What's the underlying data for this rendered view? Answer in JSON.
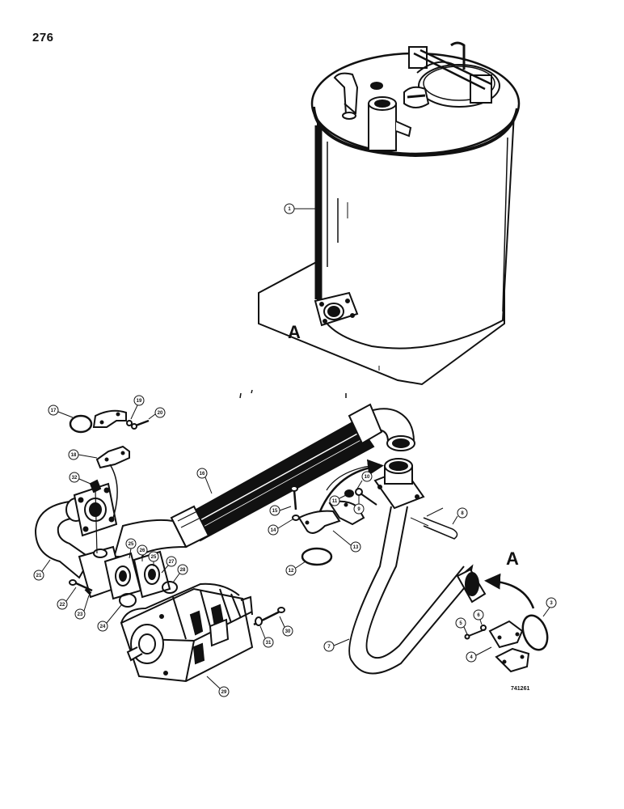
{
  "page": {
    "number": "276",
    "drawing_number": "741261"
  },
  "reference_letter": "A",
  "callouts": {
    "c1": "1",
    "c3": "3",
    "c4": "4",
    "c5": "5",
    "c6": "6",
    "c7": "7",
    "c8": "8",
    "c9": "9",
    "c10": "10",
    "c11": "11",
    "c12": "12",
    "c13": "13",
    "c14": "14",
    "c15": "15",
    "c16": "16",
    "c17": "17",
    "c18": "18",
    "c19": "19",
    "c20": "20",
    "c21": "21",
    "c22": "22",
    "c23": "23",
    "c24": "24",
    "c25": "25",
    "c26": "26",
    "c27": "27",
    "c28": "28",
    "c29": "29",
    "c30": "30",
    "c31": "31",
    "c32": "32"
  },
  "colors": {
    "ink": "#111111",
    "paper": "#ffffff"
  }
}
